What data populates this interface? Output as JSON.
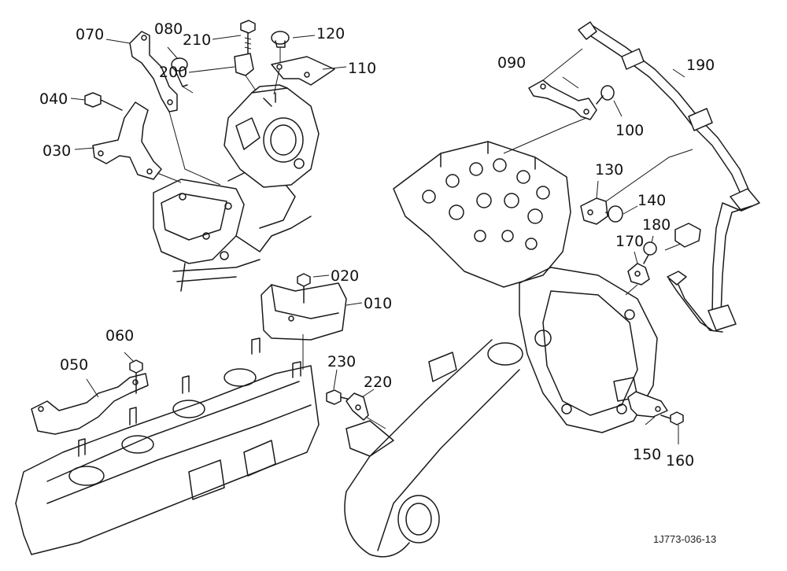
{
  "diagram": {
    "drawing_code": "1J773-036-13",
    "part_numbers": {
      "p010": "010",
      "p020": "020",
      "p030": "030",
      "p040": "040",
      "p050": "050",
      "p060": "060",
      "p070": "070",
      "p080": "080",
      "p090": "090",
      "p100": "100",
      "p110": "110",
      "p120": "120",
      "p130": "130",
      "p140": "140",
      "p150": "150",
      "p160": "160",
      "p170": "170",
      "p180": "180",
      "p190": "190",
      "p200": "200",
      "p210": "210",
      "p220": "220",
      "p230": "230"
    },
    "ink_color": "#1a1a1a",
    "background_color": "#ffffff"
  }
}
